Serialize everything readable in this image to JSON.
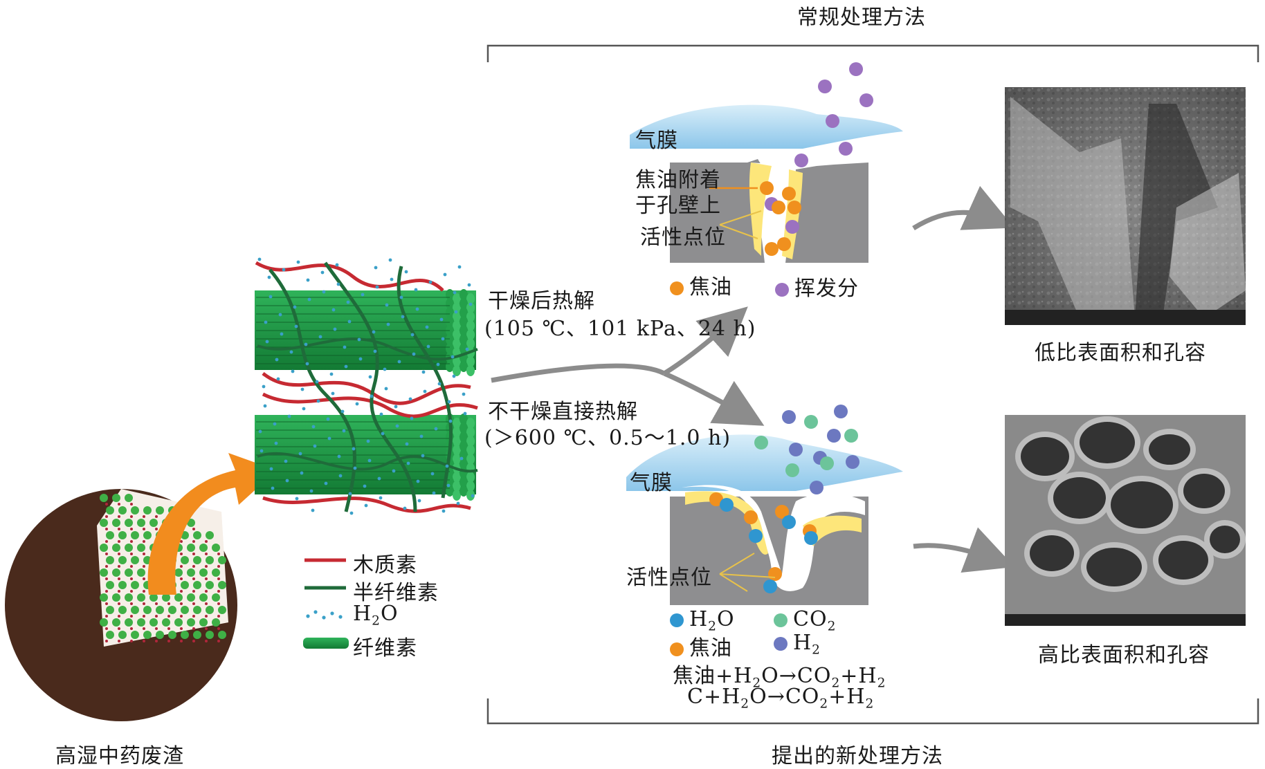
{
  "titles": {
    "conventional": "常规处理方法",
    "proposed": "提出的新处理方法"
  },
  "waste_label": "高湿中药废渣",
  "legend": [
    {
      "label": "木质素",
      "color": "#c62a32",
      "type": "line"
    },
    {
      "label": "半纤维素",
      "color": "#1f6b3a",
      "type": "line"
    },
    {
      "label_parts": [
        "H",
        "2",
        "O"
      ],
      "color": "#3aa0c8",
      "type": "dots"
    },
    {
      "label": "纤维素",
      "color": "#1aa14a",
      "type": "bar"
    }
  ],
  "upper_path": {
    "title": "干燥后热解",
    "conditions": "(105 ℃、101 kPa、24 h)"
  },
  "lower_path": {
    "title": "不干燥直接热解",
    "conditions": "(＞600 ℃、0.5～1.0 h)"
  },
  "top_panel": {
    "gas_film": "气膜",
    "tar_attach_line1": "焦油附着",
    "tar_attach_line2": "于孔壁上",
    "active_site": "活性点位",
    "legend_tar": "焦油",
    "legend_volatile": "挥发分"
  },
  "bottom_panel": {
    "gas_film": "气膜",
    "active_site": "活性点位",
    "legend_h2o": [
      "H",
      "2",
      "O"
    ],
    "legend_co2": [
      "CO",
      "2"
    ],
    "legend_tar": "焦油",
    "legend_h2": [
      "H",
      "2"
    ],
    "reaction1": [
      "焦油+H",
      "2",
      "O→CO",
      "2",
      "+H",
      "2"
    ],
    "reaction2": [
      "C+H",
      "2",
      "O→CO",
      "2",
      "+H",
      "2"
    ]
  },
  "results": {
    "top": "低比表面积和孔容",
    "bottom": "高比表面积和孔容"
  },
  "colors": {
    "tar": "#f0901e",
    "volatile": "#9b72c0",
    "h2o": "#2f96d0",
    "co2": "#6cc49a",
    "h2": "#6c78c0",
    "char": "#8e8e90",
    "film": "#a9d4ee",
    "biomass_dark": "#4a2a1c",
    "arrow_orange": "#f28c1e",
    "arrow_gray": "#8c8c8c"
  }
}
